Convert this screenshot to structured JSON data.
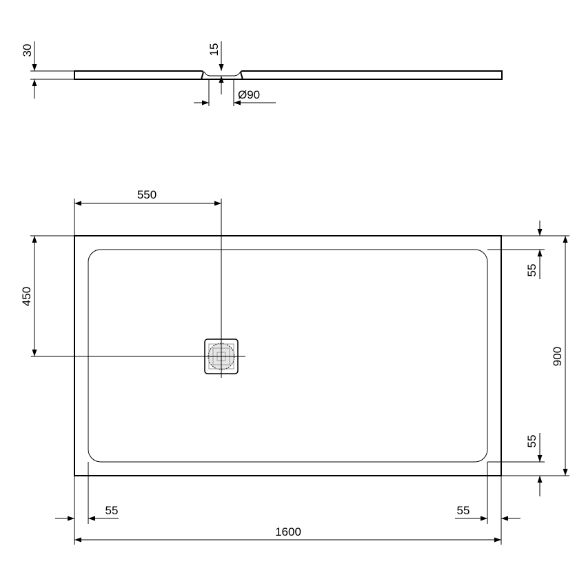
{
  "profile": {
    "height_label": "30",
    "drain_depth_label": "15",
    "drain_diameter_label": "Ø90"
  },
  "plan": {
    "drain_x_label": "550",
    "drain_y_label": "450",
    "width_label": "900",
    "length_label": "1600",
    "rim_top_label": "55",
    "rim_bottom_label": "55",
    "rim_left_label": "55",
    "rim_right_label": "55"
  },
  "colors": {
    "line": "#000000",
    "background": "#ffffff"
  }
}
